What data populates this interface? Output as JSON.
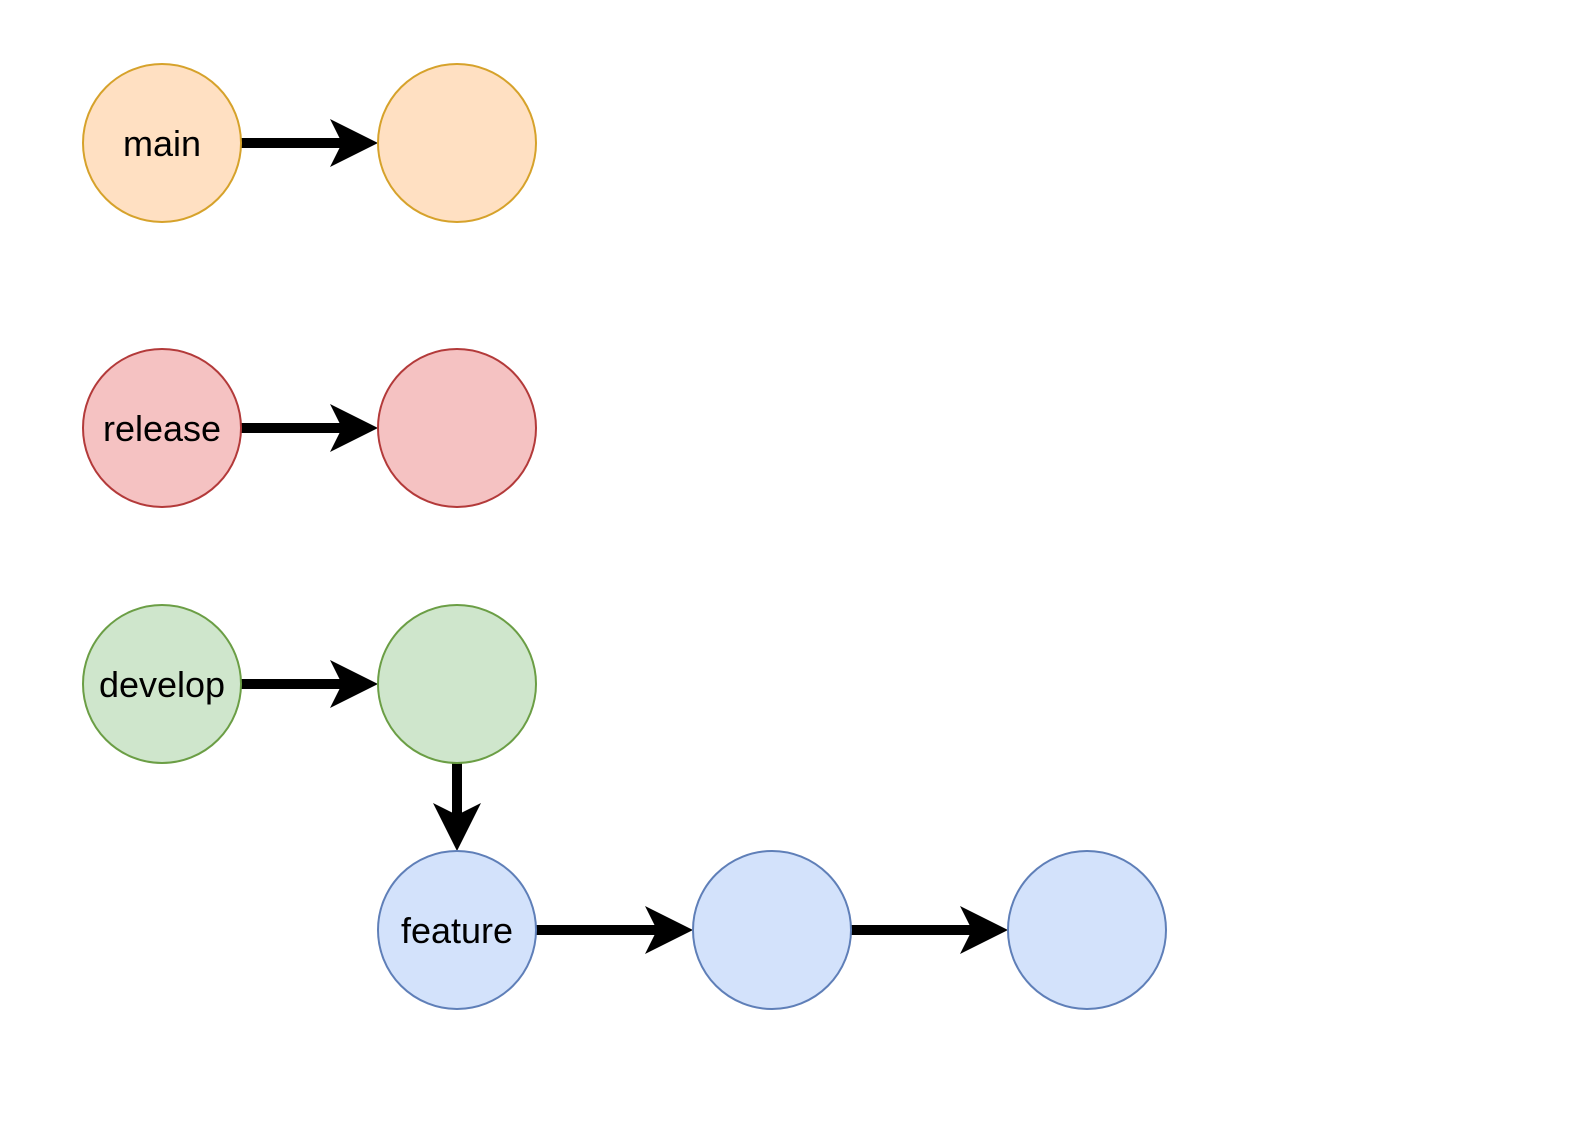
{
  "colors": {
    "background": "#ffffff",
    "arrow": "#000000",
    "main": {
      "fill": "#ffe0c2",
      "stroke": "#d6a22b"
    },
    "release": {
      "fill": "#f5c2c2",
      "stroke": "#b33a3a"
    },
    "develop": {
      "fill": "#cfe6cc",
      "stroke": "#6b9e45"
    },
    "feature": {
      "fill": "#d3e2fb",
      "stroke": "#5f7fb8"
    }
  },
  "nodes": [
    {
      "id": "main-1",
      "branch": "main",
      "label": "main"
    },
    {
      "id": "main-2",
      "branch": "main",
      "label": ""
    },
    {
      "id": "release-1",
      "branch": "release",
      "label": "release"
    },
    {
      "id": "release-2",
      "branch": "release",
      "label": ""
    },
    {
      "id": "develop-1",
      "branch": "develop",
      "label": "develop"
    },
    {
      "id": "develop-2",
      "branch": "develop",
      "label": ""
    },
    {
      "id": "feature-1",
      "branch": "feature",
      "label": "feature"
    },
    {
      "id": "feature-2",
      "branch": "feature",
      "label": ""
    },
    {
      "id": "feature-3",
      "branch": "feature",
      "label": ""
    }
  ],
  "edges": [
    {
      "from": "main-1",
      "to": "main-2"
    },
    {
      "from": "release-1",
      "to": "release-2"
    },
    {
      "from": "develop-1",
      "to": "develop-2"
    },
    {
      "from": "develop-2",
      "to": "feature-1"
    },
    {
      "from": "feature-1",
      "to": "feature-2"
    },
    {
      "from": "feature-2",
      "to": "feature-3"
    }
  ]
}
